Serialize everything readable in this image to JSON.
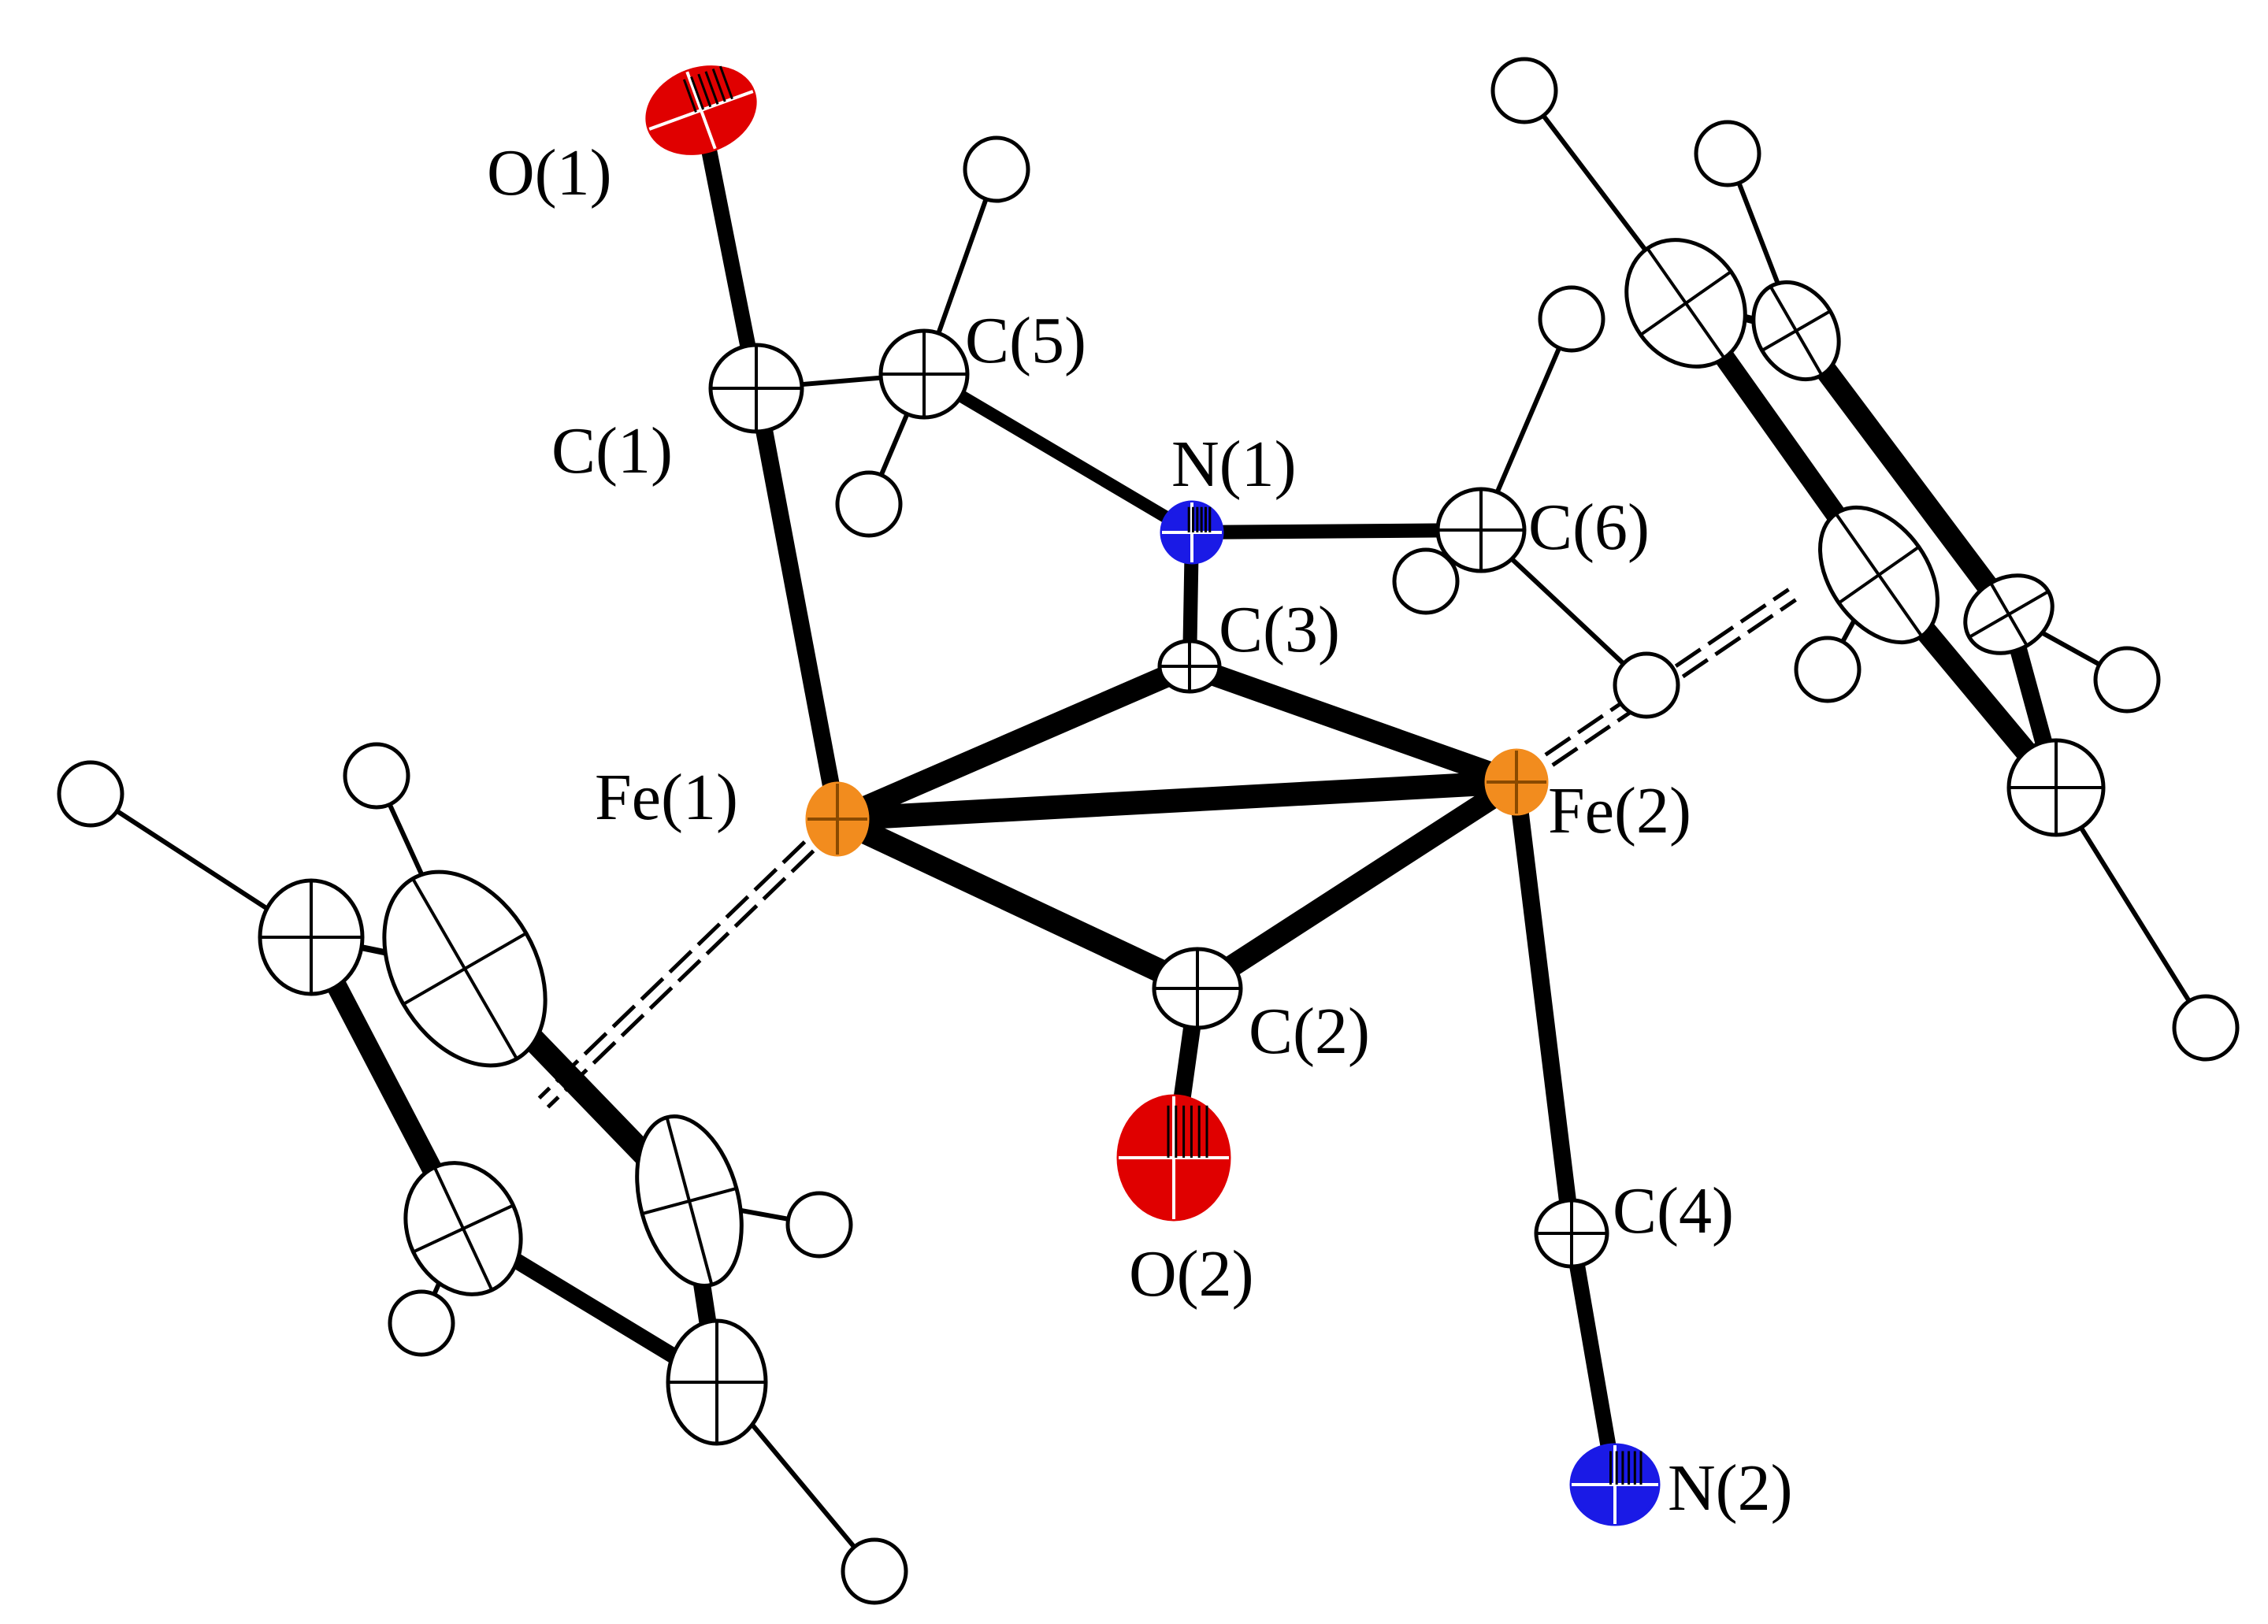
{
  "labels": {
    "O1": "O(1)",
    "C1": "C(1)",
    "C5": "C(5)",
    "N1": "N(1)",
    "C6": "C(6)",
    "C3": "C(3)",
    "Fe1": "Fe(1)",
    "Fe2": "Fe(2)",
    "C2": "C(2)",
    "O2": "O(2)",
    "C4": "C(4)",
    "N2": "N(2)"
  },
  "colors": {
    "Fe": "#F28C1E",
    "O": "#E00000",
    "N": "#1A1AE6",
    "C": "#FFFFFF",
    "H": "#FFFFFF",
    "bond": "#000000"
  }
}
